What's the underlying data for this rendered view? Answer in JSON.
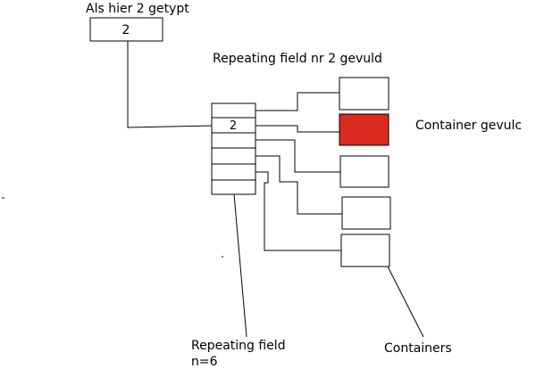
{
  "labels": {
    "input_caption": "Als hier 2 getypt",
    "input_value": "2",
    "repeating_title": "Repeating field nr 2 gevuld",
    "field_value": "2",
    "filled_container": "Container gevulc",
    "repeating_label_line1": "Repeating field",
    "repeating_label_line2": "n=6",
    "containers_label": "Containers"
  },
  "repeating_field": {
    "count": 6,
    "filled_index": 2
  },
  "containers": {
    "count": 5,
    "filled_index": 2
  },
  "colors": {
    "filled": "#dd2a1e",
    "stroke": "#000000",
    "background": "#ffffff"
  }
}
